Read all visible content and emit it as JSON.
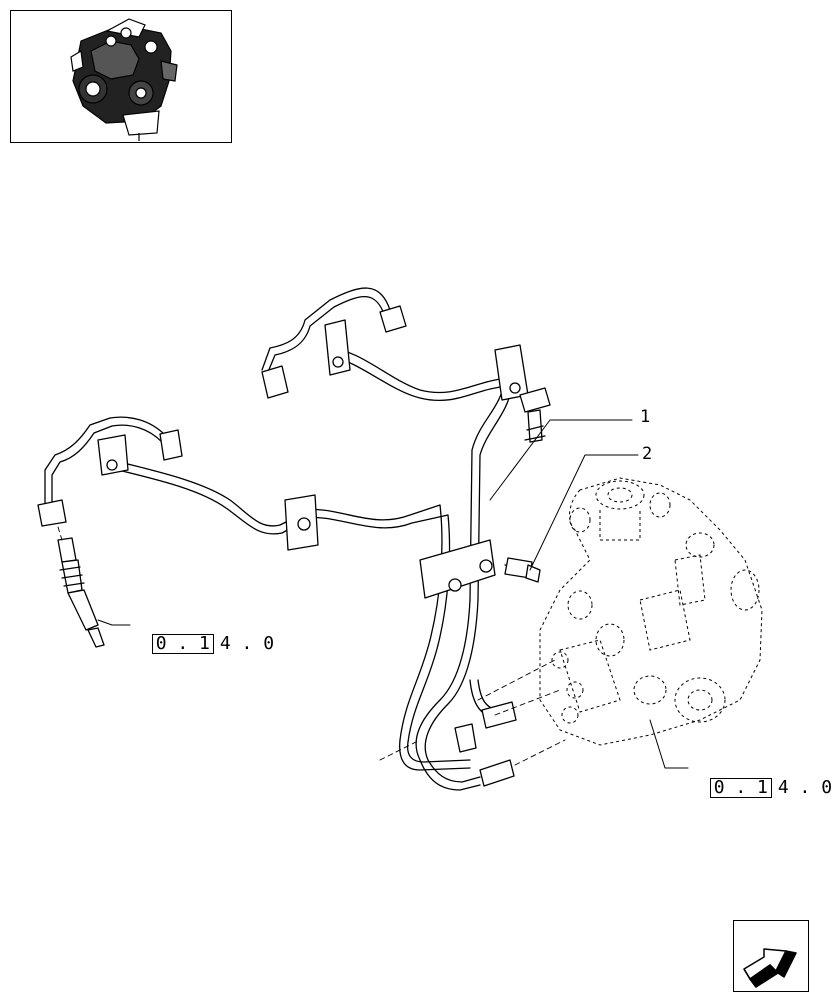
{
  "callouts": {
    "one": "1",
    "two": "2"
  },
  "references": [
    {
      "boxed": "0 . 1",
      "rest": "4 . 0"
    },
    {
      "boxed": "0 . 1",
      "rest": "4 . 0"
    }
  ],
  "icons": {
    "thumbnail": "engine-thumbnail-icon",
    "next_page": "arrow-next-icon"
  }
}
